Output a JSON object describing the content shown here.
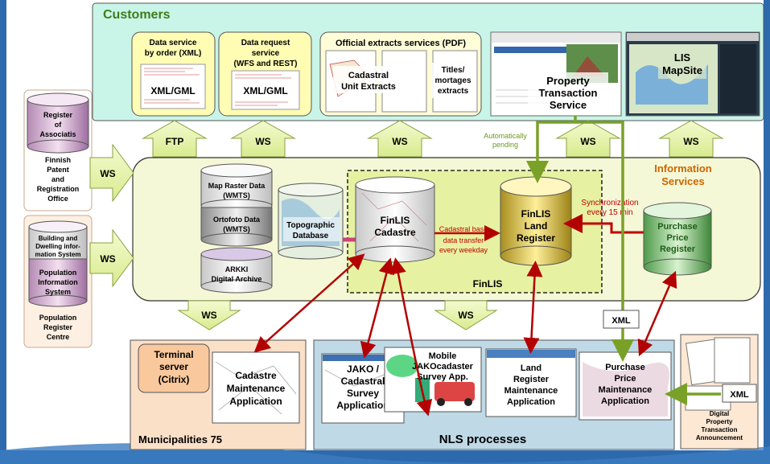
{
  "customers": {
    "title": "Customers",
    "data_service": [
      "Data service",
      "by order (XML)"
    ],
    "data_service_format": "XML/GML",
    "data_request": [
      "Data request",
      "service",
      "(WFS and REST)"
    ],
    "data_request_format": "XML/GML",
    "official_extracts": "Official extracts services (PDF)",
    "cadastral_unit_extracts": [
      "Cadastral",
      "Unit Extracts"
    ],
    "titles_extracts": [
      "Titles/",
      "mortages",
      "extracts"
    ],
    "property_transaction": [
      "Property",
      "Transaction",
      "Service"
    ],
    "lis_mapsite": [
      "LIS",
      "MapSite"
    ]
  },
  "connectors": {
    "ftp": "FTP",
    "ws": "WS",
    "automatically_pending": [
      "Automatically",
      "pending"
    ],
    "xml": "XML"
  },
  "left": {
    "register_associations": [
      "Register",
      "of",
      "Associatis"
    ],
    "finnish_patent": [
      "Finnish",
      "Patent",
      "and",
      "Registration",
      "Office"
    ],
    "building_dwelling": [
      "Building and",
      "Dwelling infor-",
      "mation System"
    ],
    "population_information": [
      "Population",
      "Information",
      "System"
    ],
    "population_register": [
      "Population",
      "Register",
      "Centre"
    ]
  },
  "information_services": {
    "title": [
      "Information",
      "Services"
    ],
    "map_raster": [
      "Map Raster Data",
      "(WMTS)"
    ],
    "ortofoto": [
      "Ortofoto Data",
      "(WMTS)"
    ],
    "arkki": [
      "ARKKI",
      "Digital Archive"
    ],
    "topographic": [
      "Topographic",
      "Database"
    ],
    "finlis_cadastre": [
      "FinLIS",
      "Cadastre"
    ],
    "cadastral_transfer": [
      "Cadastral base",
      "data transfer",
      "every weekday"
    ],
    "finlis_land_register": [
      "FinLIS",
      "Land",
      "Register"
    ],
    "synchronization": [
      "Synchronization",
      "every 15 min"
    ],
    "purchase_price_register": [
      "Purchase",
      "Price",
      "Register"
    ],
    "finlis_label": "FinLIS"
  },
  "municipalities": {
    "title": "Municipalities 75",
    "terminal_server": [
      "Terminal",
      "server",
      "(Citrix)"
    ],
    "cadastre_maintenance": [
      "Cadastre",
      "Maintenance",
      "Application"
    ]
  },
  "nls": {
    "title": "NLS processes",
    "jako": [
      "JAKO /",
      "Cadastral",
      "Survey",
      "Application"
    ],
    "mobile": [
      "Mobile",
      "JAKOcadaster",
      "Survey App."
    ],
    "land_register_maintenance": [
      "Land",
      "Register",
      "Maintenance",
      "Application"
    ],
    "purchase_price_maintenance": [
      "Purchase",
      "Price",
      "Maintenance",
      "Application"
    ],
    "digital_announcement": [
      "Digital",
      "Property",
      "Transaction",
      "Announcement"
    ]
  },
  "colors": {
    "customers_bg": "#c9f5e8",
    "services_bg": "#f5f8d6",
    "finlis_bg": "#e6f2a2",
    "green_title": "#3e7d1a",
    "orange_title": "#cc6600",
    "dark_red": "#c00000",
    "olive_arrow": "#7aa127",
    "nls_bg": "#bfd9e6",
    "municipal_bg": "#fbe0c8"
  }
}
